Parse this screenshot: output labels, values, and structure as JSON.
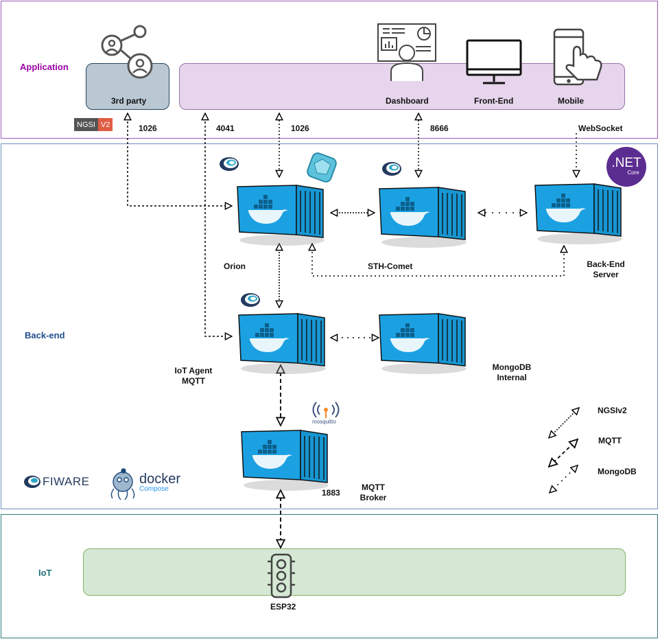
{
  "sections": {
    "application": "Application",
    "backend": "Back-end",
    "iot": "IoT"
  },
  "app_boxes": {
    "third_party": "3rd party",
    "dashboard": "Dashboard",
    "frontend": "Front-End",
    "mobile": "Mobile"
  },
  "ngsi_badge": {
    "left": "NGSI",
    "right": "V2"
  },
  "ports": {
    "p1026_a": "1026",
    "p4041": "4041",
    "p1026_b": "1026",
    "p8666": "8666",
    "websocket": "WebSocket",
    "p1883": "1883"
  },
  "containers": {
    "orion": "Orion",
    "sth_comet": "STH-Comet",
    "backend_server_1": "Back-End",
    "backend_server_2": "Server",
    "iot_agent_1": "IoT Agent",
    "iot_agent_2": "MQTT",
    "mongodb_1": "MongoDB",
    "mongodb_2": "Internal",
    "mqtt_broker_1": "MQTT",
    "mqtt_broker_2": "Broker"
  },
  "legend": {
    "ngsiv2": "NGSIv2",
    "mqtt": "MQTT",
    "mongodb": "MongoDB"
  },
  "logos": {
    "dotnet_main": ".NET",
    "dotnet_sub": "Core",
    "fiware": "FIWARE",
    "docker": "docker",
    "compose": "Compose",
    "mosquitto": "mosquitto"
  },
  "device": "ESP32",
  "colors": {
    "application_border": "#9b59b6",
    "application_fill": "#e6d5ec",
    "backend_border": "#6c8ebf",
    "iot_border": "#2e7a7a",
    "iot_fill": "#d5e8d4",
    "container_blue": "#1ba1e2",
    "third_party_fill": "#bac8d3",
    "dotnet_purple": "#5c2d91"
  }
}
